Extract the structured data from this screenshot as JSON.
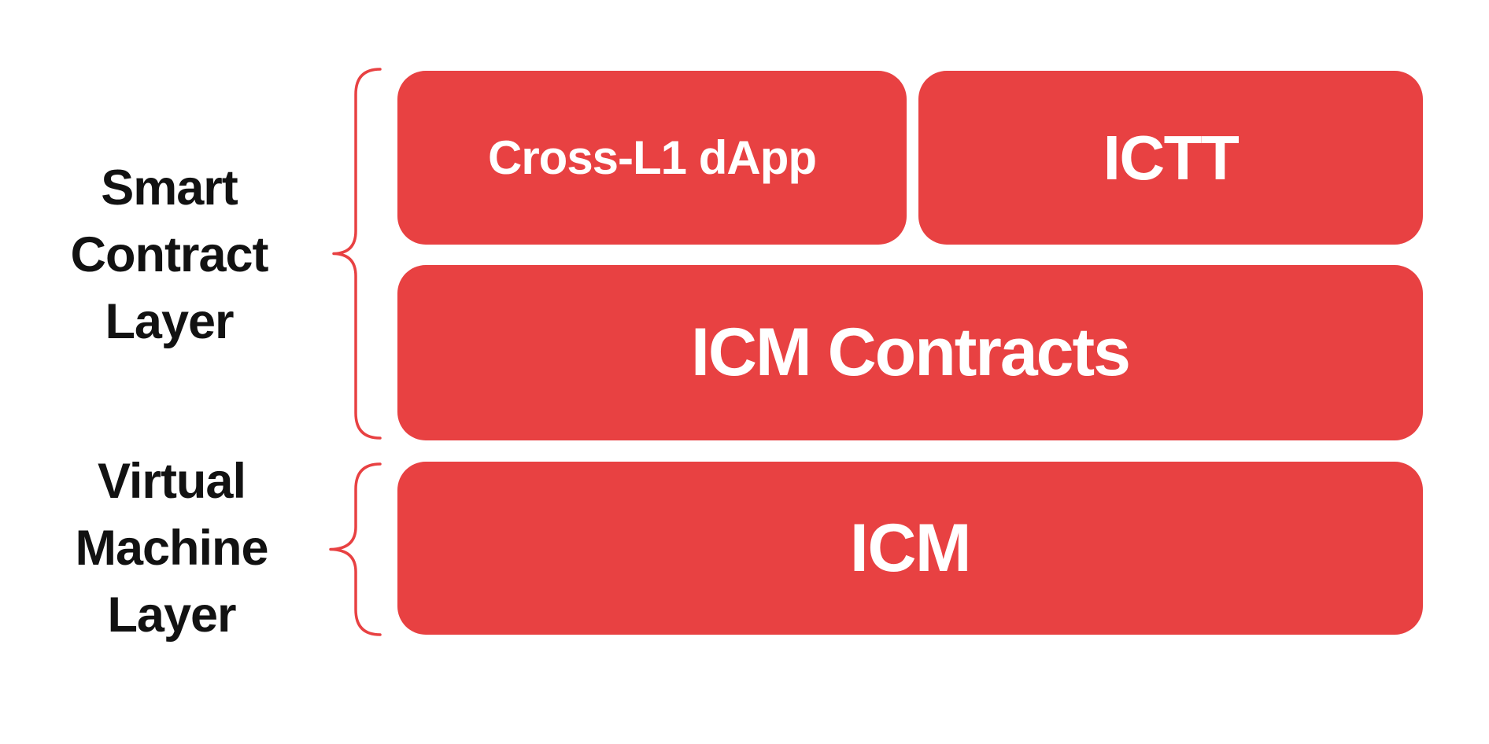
{
  "canvas": {
    "background": "#ffffff"
  },
  "colors": {
    "canvas_bg": "#ffffff",
    "box_red": "#e84142",
    "box_text": "#ffffff",
    "label_text": "#121212",
    "brace_red": "#e84142"
  },
  "groups": [
    {
      "name": "smart-contract-layer",
      "label_lines": [
        "Smart",
        "Contract",
        "Layer"
      ],
      "boxes": [
        {
          "id": "cross-l1-dapp",
          "label": "Cross-L1 dApp"
        },
        {
          "id": "ictt",
          "label": "ICTT"
        },
        {
          "id": "icm-contracts",
          "label": "ICM Contracts"
        }
      ]
    },
    {
      "name": "virtual-machine-layer",
      "label_lines": [
        "Virtual",
        "Machine",
        "Layer"
      ],
      "boxes": [
        {
          "id": "icm",
          "label": "ICM"
        }
      ]
    }
  ]
}
